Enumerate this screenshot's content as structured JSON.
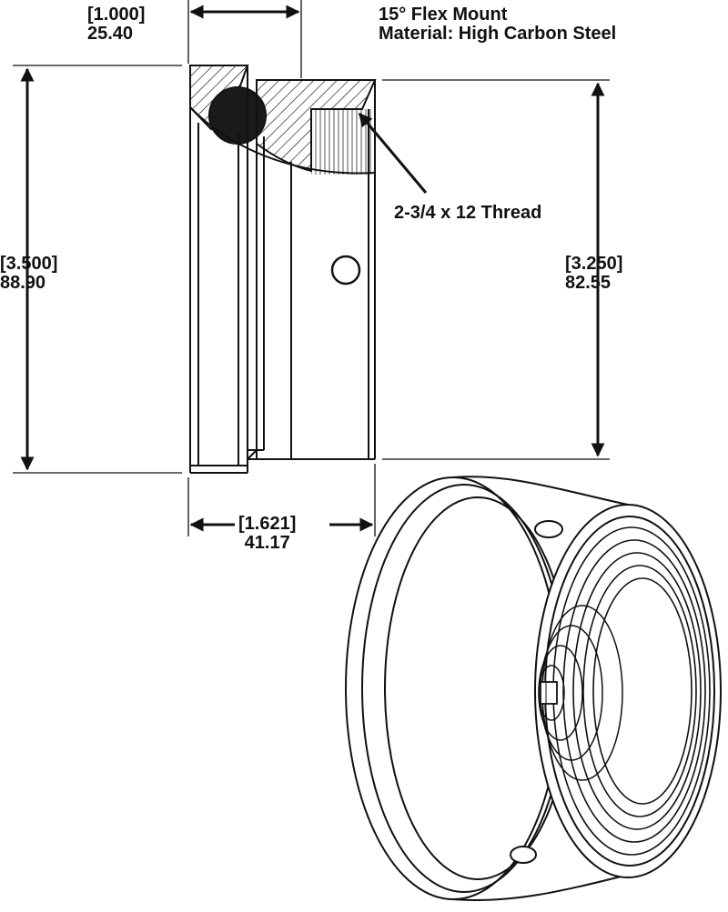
{
  "title": {
    "line1": "15° Flex Mount",
    "line2": "Material: High Carbon Steel"
  },
  "dimensions": {
    "top_width": {
      "inches": "[1.000]",
      "mm": "25.40"
    },
    "overall_dia": {
      "inches": "[3.500]",
      "mm": "88.90"
    },
    "body_dia": {
      "inches": "[3.250]",
      "mm": "82.55"
    },
    "length": {
      "inches": "[1.621]",
      "mm": "41.17"
    }
  },
  "callouts": {
    "thread": "2-3/4 x 12 Thread"
  },
  "colors": {
    "line": "#111111",
    "ball": "#1a1a1a",
    "background": "#ffffff"
  }
}
